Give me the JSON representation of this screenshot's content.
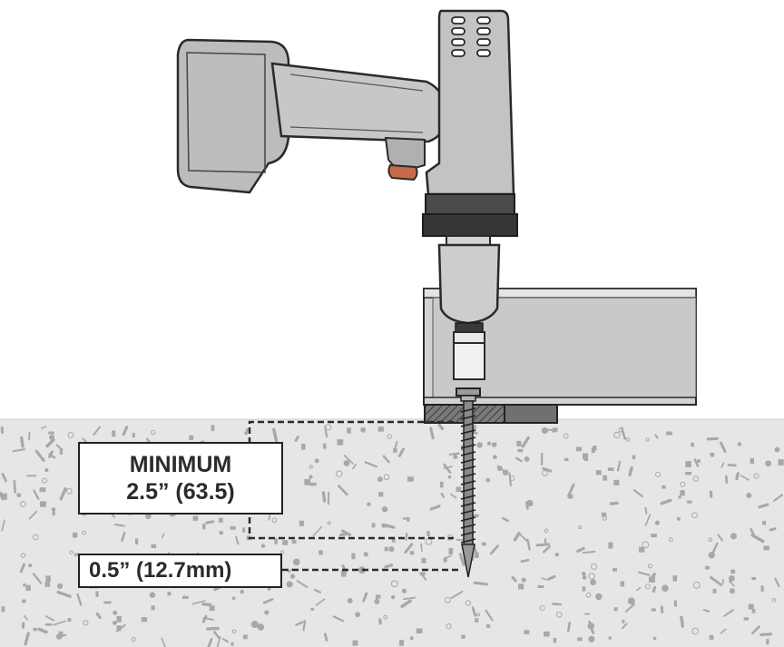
{
  "callouts": {
    "minimum_line1": "MINIMUM",
    "minimum_line2": "2.5” (63.5)",
    "tip_depth": "0.5” (12.7mm)"
  },
  "colors": {
    "concrete": "#e6e6e6",
    "speckle": "#a8a8a8",
    "tool_body": "#c3c3c3",
    "tool_outline": "#2a2a2a",
    "trigger": "#c86a48",
    "collar": "#3a3a3a",
    "beam": "#cfcfcf",
    "shim": "#6a6a6a"
  },
  "icons": {
    "tool": "cordless-screw-gun",
    "fastener": "concrete-screw-anchor"
  }
}
